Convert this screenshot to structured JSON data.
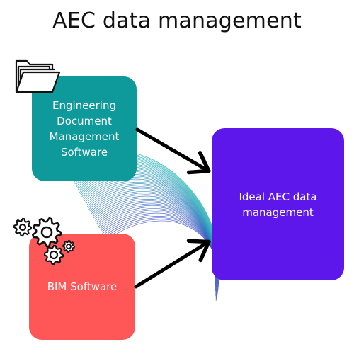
{
  "title": "AEC data management",
  "boxes": {
    "edm": {
      "label": "Engineering\nDocument\nManagement\nSoftware",
      "color": "#0e9a9b"
    },
    "bim": {
      "label": "BIM Software",
      "color": "#ff5757"
    },
    "ideal": {
      "label": "Ideal AEC data\nmanagement",
      "color": "#5e17eb"
    }
  },
  "icons": [
    "folder-icon",
    "gears-icon"
  ],
  "colors": {
    "wave_start": "#19b3b1",
    "wave_end": "#3f4fc6",
    "arrow": "#000000"
  }
}
